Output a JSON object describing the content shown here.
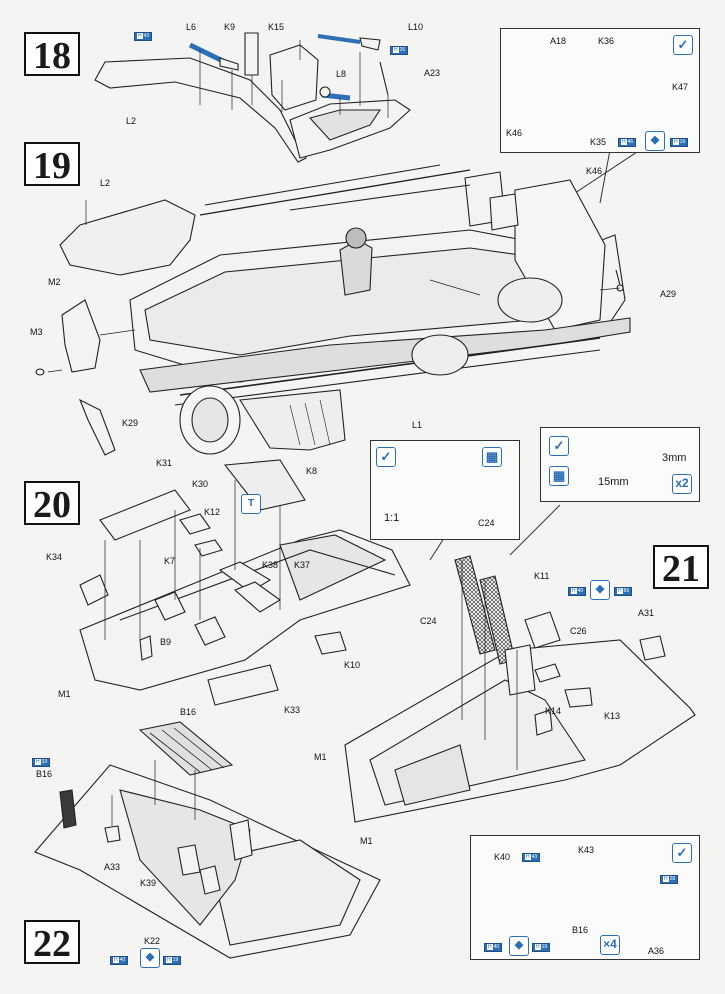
{
  "steps": [
    "18",
    "19",
    "20",
    "21",
    "22"
  ],
  "step18": {
    "parts": [
      "L6",
      "K9",
      "K15",
      "L10",
      "L8",
      "A23",
      "L2"
    ],
    "refs": [
      {
        "h": "H",
        "n": "43"
      },
      {
        "h": "H",
        "n": "26"
      }
    ],
    "detail": {
      "parts": [
        "A18",
        "K36",
        "K47",
        "K46",
        "K35"
      ],
      "refs": [
        {
          "h": "H",
          "n": "46"
        },
        {
          "h": "H",
          "n": "19"
        }
      ]
    }
  },
  "step19": {
    "parts": [
      "L2",
      "K46",
      "M2",
      "M3",
      "A29",
      "K29",
      "L1"
    ]
  },
  "step20": {
    "parts": [
      "K31",
      "K30",
      "K8",
      "K12",
      "K34",
      "K7",
      "K38",
      "K37",
      "B9",
      "K10",
      "M1",
      "K33"
    ]
  },
  "detail_c24": {
    "scale": "1:1",
    "part": "C24"
  },
  "detail_mesh": {
    "w": "3mm",
    "l": "15mm",
    "count": "2"
  },
  "step21": {
    "parts": [
      "K11",
      "C24",
      "C26",
      "A31",
      "K14",
      "K13",
      "M1"
    ],
    "refs": [
      {
        "h": "H",
        "n": "40"
      },
      {
        "h": "H",
        "n": "89"
      }
    ]
  },
  "step22": {
    "parts": [
      "B16",
      "B16",
      "A33",
      "K39",
      "M1",
      "K22"
    ],
    "refs": [
      {
        "h": "H",
        "n": "33"
      },
      {
        "h": "H",
        "n": "40"
      },
      {
        "h": "H",
        "n": "19"
      }
    ],
    "detail": {
      "parts": [
        "K40",
        "K43",
        "B16",
        "A36"
      ],
      "count": "4",
      "refs": [
        {
          "h": "H",
          "n": "43"
        },
        {
          "h": "H",
          "n": "28"
        },
        {
          "h": "H",
          "n": "40"
        },
        {
          "h": "H",
          "n": "19"
        }
      ]
    }
  },
  "colors": {
    "accent": "#2b6fb7",
    "ink": "#1a1a1a",
    "paper": "#f4f4f2"
  },
  "icons": [
    "paint-icon",
    "decal-icon",
    "magnify-icon",
    "glue-icon"
  ]
}
